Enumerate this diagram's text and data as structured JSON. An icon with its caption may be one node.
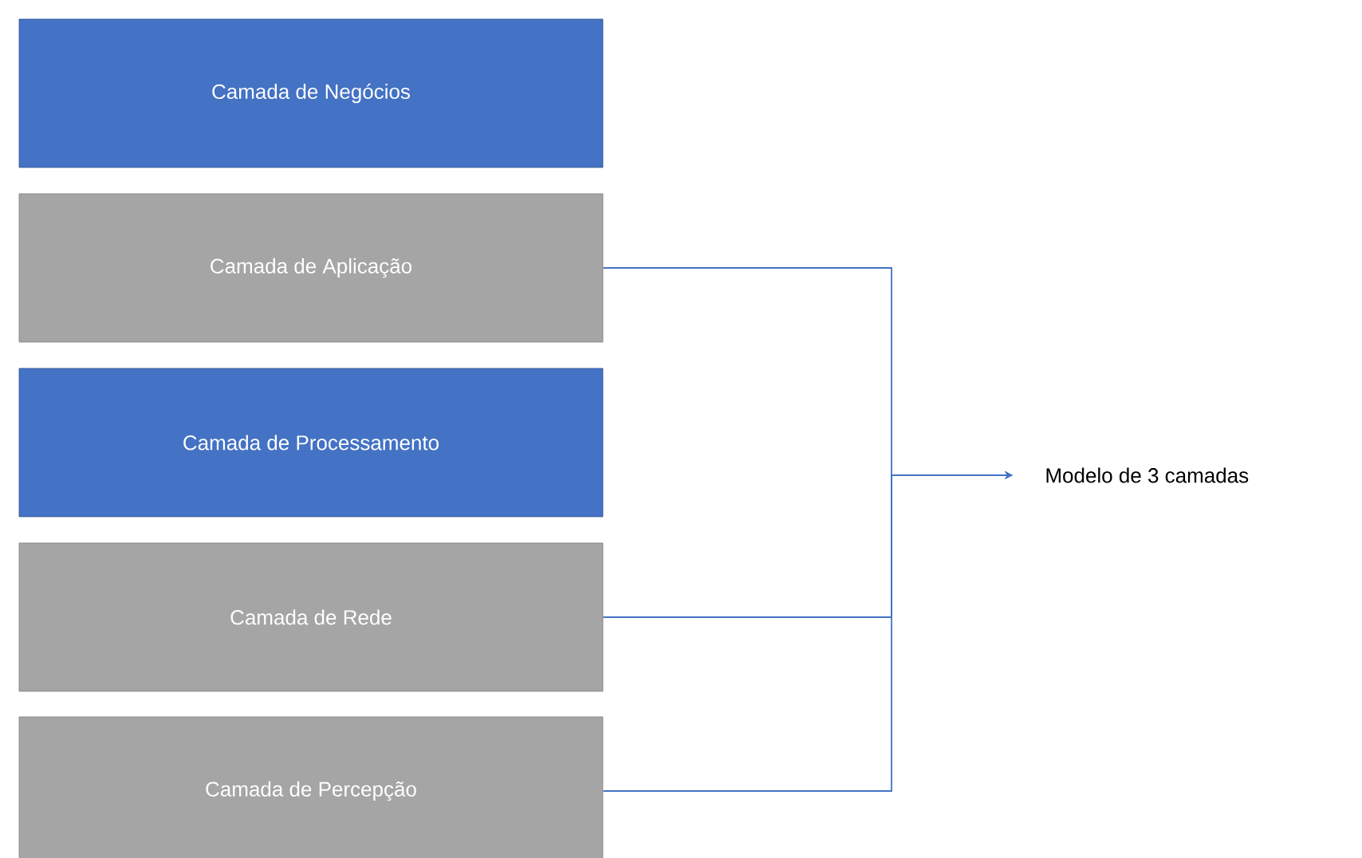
{
  "diagram": {
    "nodes": [
      {
        "text": [
          "Camada de Negócios"
        ]
      },
      {
        "text": [
          "Camada de Aplicação"
        ]
      },
      {
        "text": [
          "Camada de Processamento"
        ]
      },
      {
        "text": [
          "Camada de Rede"
        ]
      },
      {
        "text": [
          "Camada de Percepção"
        ]
      },
      {
        "text": [
          "Modelo de 3 camadas"
        ]
      }
    ],
    "edges": [
      {
        "from": 1,
        "to": 5,
        "arrow": "to"
      },
      {
        "from": 3,
        "to": 5,
        "arrow": "to"
      },
      {
        "from": 4,
        "to": 5,
        "arrow": "to"
      }
    ]
  }
}
